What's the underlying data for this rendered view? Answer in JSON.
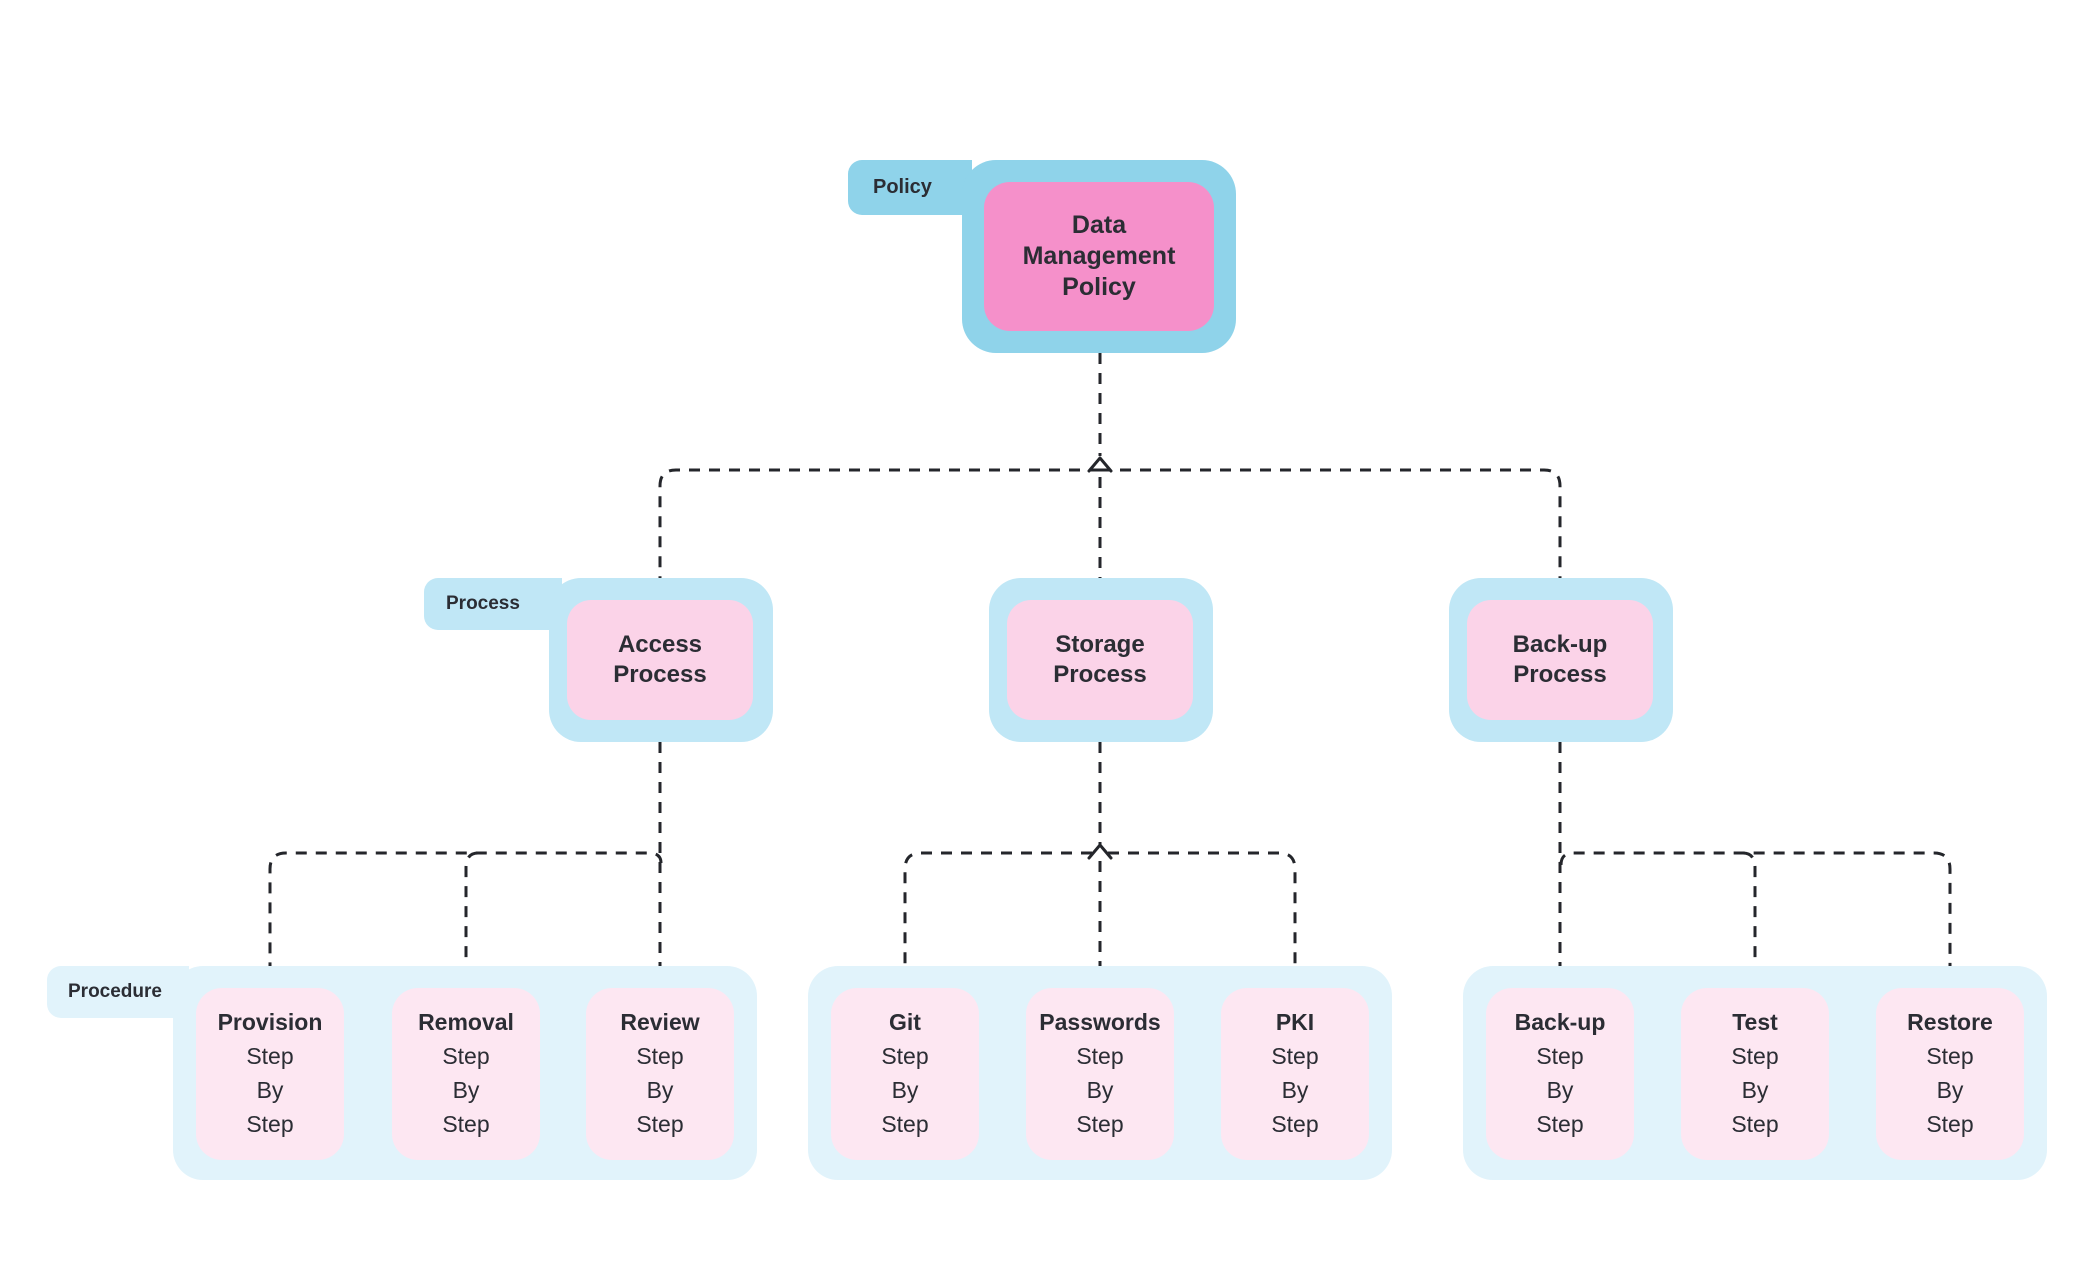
{
  "colors": {
    "policy_blue": "#8fd3ea",
    "policy_pink": "#f590ca",
    "process_blue": "#c0e7f6",
    "process_pink": "#fbd3e8",
    "procedure_blue": "#e1f3fb",
    "procedure_pink": "#fde7f2",
    "text": "#2b2d34",
    "line": "#24262b"
  },
  "policy": {
    "label": "Policy",
    "node": {
      "title": "Data Management Policy"
    }
  },
  "process": {
    "label": "Process",
    "nodes": [
      {
        "title": "Access Process"
      },
      {
        "title": "Storage Process"
      },
      {
        "title": "Back-up Process"
      }
    ]
  },
  "procedure": {
    "label": "Procedure",
    "groups": [
      {
        "items": [
          {
            "title": "Provision",
            "steps": [
              "Step",
              "By",
              "Step"
            ]
          },
          {
            "title": "Removal",
            "steps": [
              "Step",
              "By",
              "Step"
            ]
          },
          {
            "title": "Review",
            "steps": [
              "Step",
              "By",
              "Step"
            ]
          }
        ]
      },
      {
        "items": [
          {
            "title": "Git",
            "steps": [
              "Step",
              "By",
              "Step"
            ]
          },
          {
            "title": "Passwords",
            "steps": [
              "Step",
              "By",
              "Step"
            ]
          },
          {
            "title": "PKI",
            "steps": [
              "Step",
              "By",
              "Step"
            ]
          }
        ]
      },
      {
        "items": [
          {
            "title": "Back-up",
            "steps": [
              "Step",
              "By",
              "Step"
            ]
          },
          {
            "title": "Test",
            "steps": [
              "Step",
              "By",
              "Step"
            ]
          },
          {
            "title": "Restore",
            "steps": [
              "Step",
              "By",
              "Step"
            ]
          }
        ]
      }
    ]
  },
  "connections": [
    {
      "from": "Data Management Policy",
      "to": "Access Process"
    },
    {
      "from": "Data Management Policy",
      "to": "Storage Process"
    },
    {
      "from": "Data Management Policy",
      "to": "Back-up Process"
    },
    {
      "from": "Access Process",
      "to": "Provision"
    },
    {
      "from": "Access Process",
      "to": "Removal"
    },
    {
      "from": "Access Process",
      "to": "Review"
    },
    {
      "from": "Storage Process",
      "to": "Git"
    },
    {
      "from": "Storage Process",
      "to": "Passwords"
    },
    {
      "from": "Storage Process",
      "to": "PKI"
    },
    {
      "from": "Back-up Process",
      "to": "Back-up"
    },
    {
      "from": "Back-up Process",
      "to": "Test"
    },
    {
      "from": "Back-up Process",
      "to": "Restore"
    }
  ]
}
